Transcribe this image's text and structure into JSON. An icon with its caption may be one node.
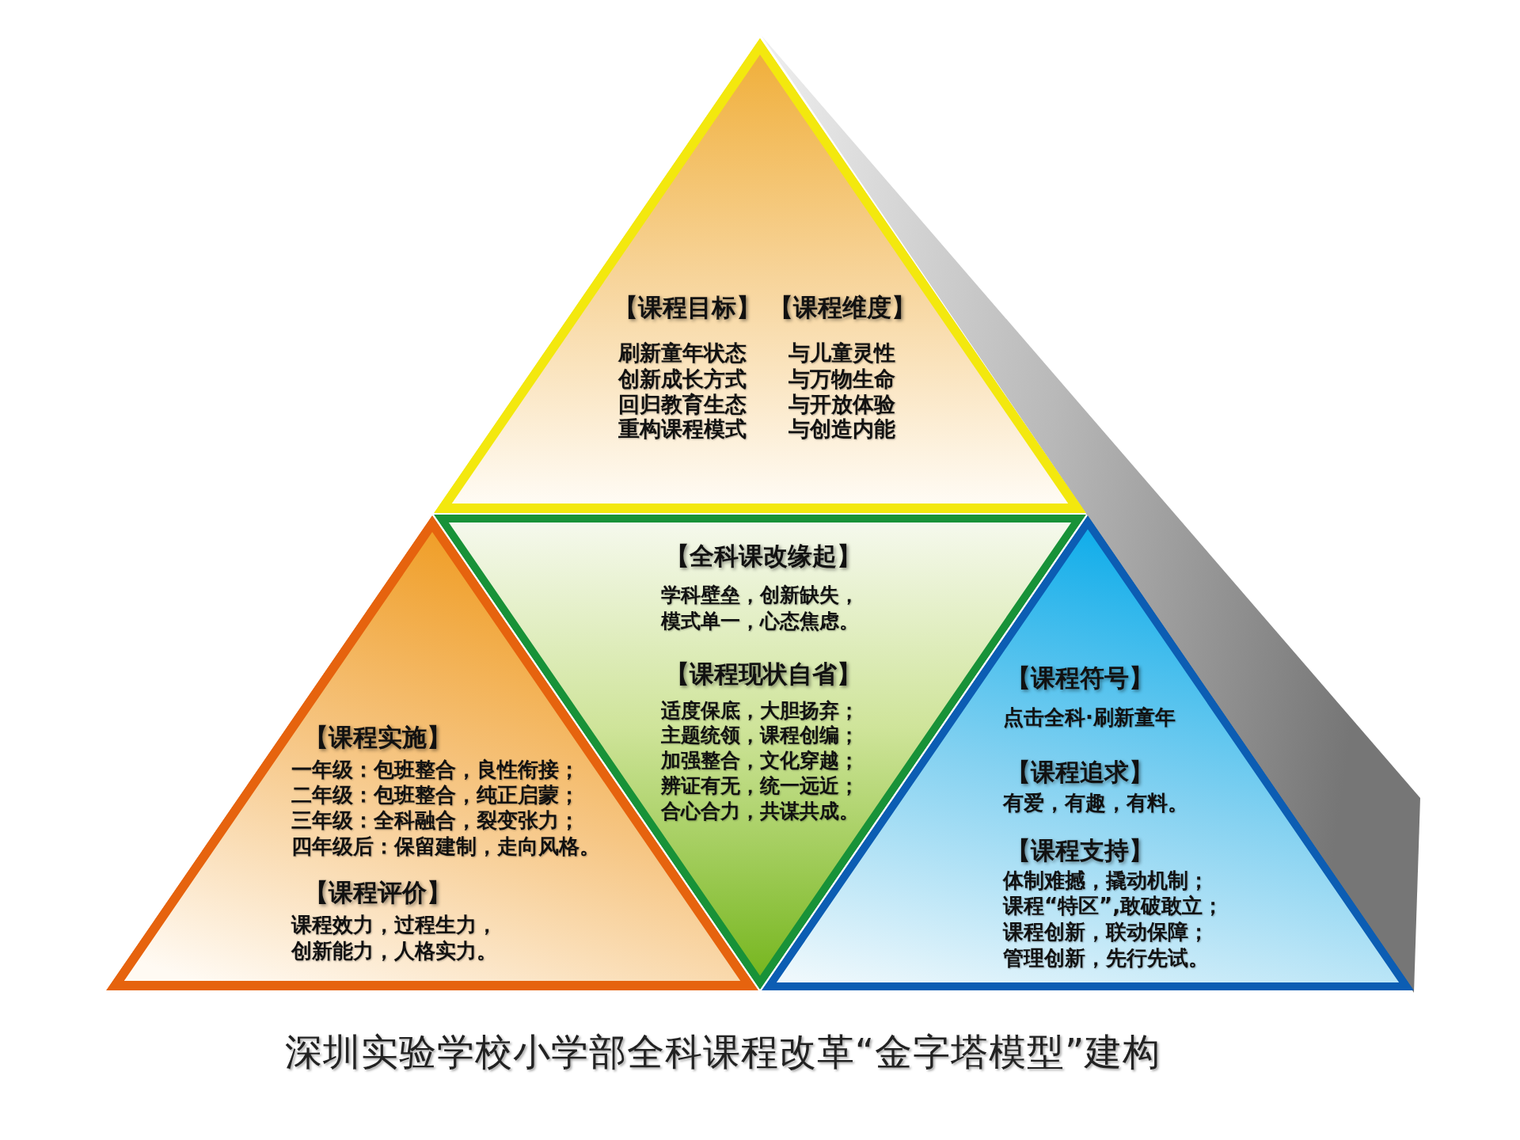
{
  "diagram": {
    "caption": "深圳实验学校小学部全科课程改革“金字塔模型”建构",
    "nodes": [
      {
        "text": [
          "【课程目标】",
          "刷新童年状态",
          "创新成长方式",
          "回归教育生态",
          "重构课程模式",
          "【课程维度】",
          "与儿童灵性",
          "与万物生命",
          "与开放体验",
          "与创造内能"
        ]
      },
      {
        "text": [
          "【课程实施】",
          "一年级：包班整合，良性衔接；",
          "二年级：包班整合，纯正启蒙；",
          "三年级：全科融合，裂变张力；",
          "四年级后：保留建制，走向风格。",
          "【课程评价】",
          "课程效力，过程生力，创新能力，人格实力。"
        ]
      },
      {
        "text": [
          "【全科课改缘起】",
          "学科壁垒，创新缺失，模式单一，心态焦虑。",
          "【课程现状自省】",
          "适度保底，大胆扬弃；",
          "主题统领，课程创编；",
          "加强整合，文化穿越；",
          "辨证有无，统一远近；",
          "合心合力，共谋共成。"
        ]
      },
      {
        "text": [
          "【课程符号】",
          "点击全科·刷新童年",
          "【课程追求】",
          "有爱，有趣，有料。",
          "【课程支持】",
          "体制难撼，撬动机制；",
          "课程“特区”,敢破敢立；",
          "课程创新，联动保障；",
          "管理创新，先行先试。"
        ]
      }
    ]
  }
}
